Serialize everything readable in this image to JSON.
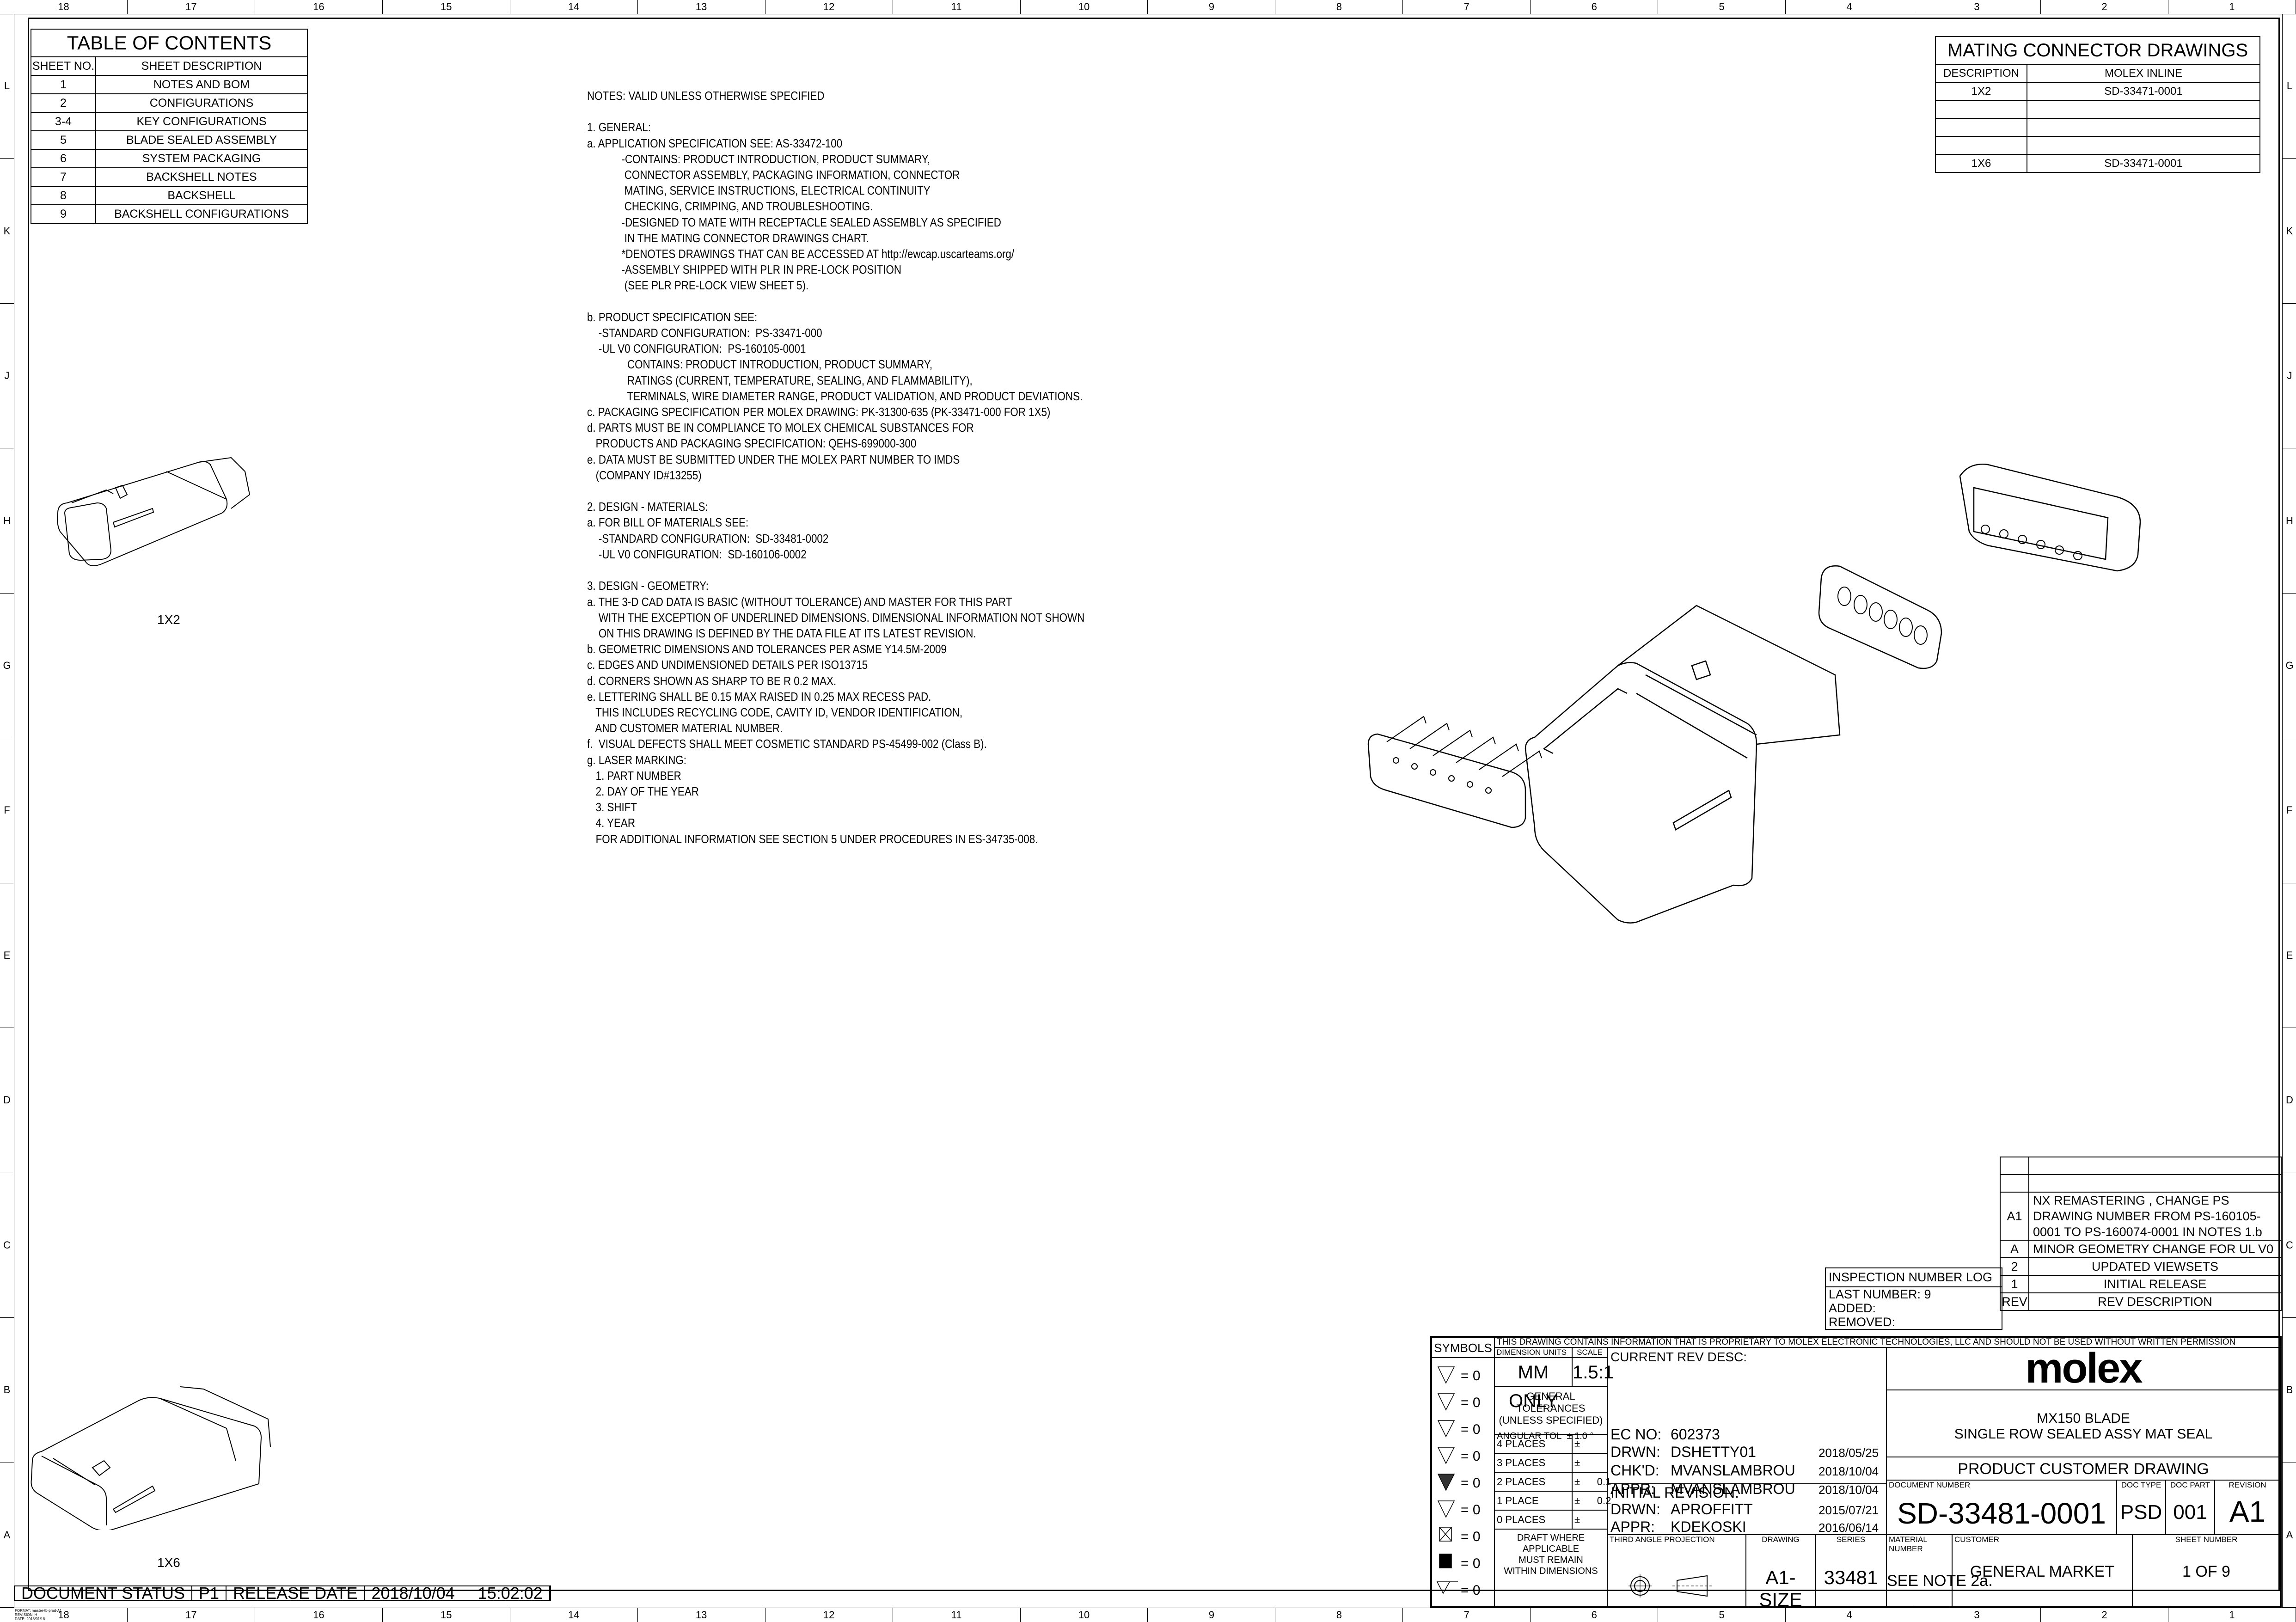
{
  "zones": {
    "columns": [
      "18",
      "17",
      "16",
      "15",
      "14",
      "13",
      "12",
      "11",
      "10",
      "9",
      "8",
      "7",
      "6",
      "5",
      "4",
      "3",
      "2",
      "1"
    ],
    "rows": [
      "L",
      "K",
      "J",
      "H",
      "G",
      "F",
      "E",
      "D",
      "C",
      "B",
      "A"
    ]
  },
  "table_of_contents": {
    "title": "TABLE OF CONTENTS",
    "headers": [
      "SHEET NO.",
      "SHEET DESCRIPTION"
    ],
    "rows": [
      {
        "sheet": "1",
        "desc": "NOTES AND BOM"
      },
      {
        "sheet": "2",
        "desc": "CONFIGURATIONS"
      },
      {
        "sheet": "3-4",
        "desc": "KEY CONFIGURATIONS"
      },
      {
        "sheet": "5",
        "desc": "BLADE SEALED ASSEMBLY"
      },
      {
        "sheet": "6",
        "desc": "SYSTEM PACKAGING"
      },
      {
        "sheet": "7",
        "desc": "BACKSHELL NOTES"
      },
      {
        "sheet": "8",
        "desc": "BACKSHELL"
      },
      {
        "sheet": "9",
        "desc": "BACKSHELL CONFIGURATIONS"
      }
    ]
  },
  "mating_connector_drawings": {
    "title": "MATING CONNECTOR DRAWINGS",
    "headers": [
      "DESCRIPTION",
      "MOLEX INLINE"
    ],
    "rows": [
      {
        "desc": "1X2",
        "inline": "SD-33471-0001"
      },
      {
        "desc": "",
        "inline": ""
      },
      {
        "desc": "",
        "inline": ""
      },
      {
        "desc": "",
        "inline": ""
      },
      {
        "desc": "1X6",
        "inline": "SD-33471-0001"
      }
    ]
  },
  "notes": {
    "text": "NOTES: VALID UNLESS OTHERWISE SPECIFIED\n\n1. GENERAL:\na. APPLICATION SPECIFICATION SEE: AS-33472-100\n            -CONTAINS: PRODUCT INTRODUCTION, PRODUCT SUMMARY,\n             CONNECTOR ASSEMBLY, PACKAGING INFORMATION, CONNECTOR\n             MATING, SERVICE INSTRUCTIONS, ELECTRICAL CONTINUITY\n             CHECKING, CRIMPING, AND TROUBLESHOOTING.\n            -DESIGNED TO MATE WITH RECEPTACLE SEALED ASSEMBLY AS SPECIFIED\n             IN THE MATING CONNECTOR DRAWINGS CHART.\n            *DENOTES DRAWINGS THAT CAN BE ACCESSED AT http://ewcap.uscarteams.org/\n            -ASSEMBLY SHIPPED WITH PLR IN PRE-LOCK POSITION\n             (SEE PLR PRE-LOCK VIEW SHEET 5).\n\nb. PRODUCT SPECIFICATION SEE:\n    -STANDARD CONFIGURATION:  PS-33471-000\n    -UL V0 CONFIGURATION:  PS-160105-0001\n              CONTAINS: PRODUCT INTRODUCTION, PRODUCT SUMMARY,\n              RATINGS (CURRENT, TEMPERATURE, SEALING, AND FLAMMABILITY),\n              TERMINALS, WIRE DIAMETER RANGE, PRODUCT VALIDATION, AND PRODUCT DEVIATIONS.\nc. PACKAGING SPECIFICATION PER MOLEX DRAWING: PK-31300-635 (PK-33471-000 FOR 1X5)\nd. PARTS MUST BE IN COMPLIANCE TO MOLEX CHEMICAL SUBSTANCES FOR\n   PRODUCTS AND PACKAGING SPECIFICATION: QEHS-699000-300\ne. DATA MUST BE SUBMITTED UNDER THE MOLEX PART NUMBER TO IMDS\n   (COMPANY ID#13255)\n\n2. DESIGN - MATERIALS:\na. FOR BILL OF MATERIALS SEE:\n    -STANDARD CONFIGURATION:  SD-33481-0002\n    -UL V0 CONFIGURATION:  SD-160106-0002\n\n3. DESIGN - GEOMETRY:\na. THE 3-D CAD DATA IS BASIC (WITHOUT TOLERANCE) AND MASTER FOR THIS PART\n    WITH THE EXCEPTION OF UNDERLINED DIMENSIONS. DIMENSIONAL INFORMATION NOT SHOWN\n    ON THIS DRAWING IS DEFINED BY THE DATA FILE AT ITS LATEST REVISION.\nb. GEOMETRIC DIMENSIONS AND TOLERANCES PER ASME Y14.5M-2009\nc. EDGES AND UNDIMENSIONED DETAILS PER ISO13715\nd. CORNERS SHOWN AS SHARP TO BE R 0.2 MAX.\ne. LETTERING SHALL BE 0.15 MAX RAISED IN 0.25 MAX RECESS PAD.\n   THIS INCLUDES RECYCLING CODE, CAVITY ID, VENDOR IDENTIFICATION,\n   AND CUSTOMER MATERIAL NUMBER.\nf.  VISUAL DEFECTS SHALL MEET COSMETIC STANDARD PS-45499-002 (Class B).\ng. LASER MARKING:\n   1. PART NUMBER\n   2. DAY OF THE YEAR\n   3. SHIFT\n   4. YEAR\n   FOR ADDITIONAL INFORMATION SEE SECTION 5 UNDER PROCEDURES IN ES-34735-008."
  },
  "views": {
    "view_1x2_label": "1X2",
    "view_1x6_label": "1X6"
  },
  "revision_table": {
    "rows": [
      {
        "rev": "",
        "desc": ""
      },
      {
        "rev": "",
        "desc": ""
      },
      {
        "rev": "A1",
        "desc": "NX REMASTERING , CHANGE PS DRAWING NUMBER FROM PS-160105-0001 TO PS-160074-0001 IN NOTES 1.b"
      },
      {
        "rev": "A",
        "desc": "MINOR GEOMETRY CHANGE FOR UL V0"
      },
      {
        "rev": "2",
        "desc": "UPDATED VIEWSETS"
      },
      {
        "rev": "1",
        "desc": "INITIAL RELEASE"
      }
    ],
    "header": {
      "rev": "REV",
      "desc": "REV DESCRIPTION"
    }
  },
  "inspection_log": {
    "title": "INSPECTION NUMBER LOG",
    "last_number": "LAST NUMBER: 9",
    "added": "ADDED:",
    "removed": "REMOVED:"
  },
  "title_block": {
    "proprietary": "THIS DRAWING CONTAINS INFORMATION THAT IS PROPRIETARY TO MOLEX ELECTRONIC TECHNOLOGIES, LLC AND SHOULD NOT BE USED WITHOUT WRITTEN PERMISSION",
    "symbols_label": "SYMBOLS",
    "symbols": [
      {
        "icon": "fa-triangle",
        "value": "= 0"
      },
      {
        "icon": "fc-triangle",
        "value": "= 0"
      },
      {
        "icon": "fp-triangle",
        "value": "= 0"
      },
      {
        "icon": "s-triangle",
        "value": "= 0"
      },
      {
        "icon": "filled-triangle",
        "value": "= 0"
      },
      {
        "icon": "c-triangle",
        "value": "= 0"
      },
      {
        "icon": "x-box",
        "value": "= 0"
      },
      {
        "icon": "filled-box",
        "value": "= 0"
      },
      {
        "icon": "c-triangle-line",
        "value": "= 0"
      }
    ],
    "dimension_units_label": "DIMENSION UNITS",
    "dimension_units": "MM ONLY",
    "scale_label": "SCALE",
    "scale": "1.5:1",
    "general_tolerances": "GENERAL TOLERANCES",
    "unless_specified": "(UNLESS SPECIFIED)",
    "angular_tol_label": "ANGULAR TOL",
    "angular_tol": "±    1.0 °",
    "tolerances": [
      {
        "label": "4 PLACES",
        "value": "±"
      },
      {
        "label": "3 PLACES",
        "value": "±"
      },
      {
        "label": "2 PLACES",
        "value": "±      0.1"
      },
      {
        "label": "1 PLACE",
        "value": "±      0.2"
      },
      {
        "label": "0 PLACES",
        "value": "±"
      }
    ],
    "draft_note": [
      "DRAFT WHERE APPLICABLE",
      "MUST REMAIN",
      "WITHIN DIMENSIONS"
    ],
    "current_rev_desc": "CURRENT REV DESC:",
    "ec_no_label": "EC NO:",
    "ec_no": "602373",
    "drwn_label": "DRWN:",
    "drwn": "DSHETTY01",
    "drwn_date": "2018/05/25",
    "chkd_label": "CHK'D:",
    "chkd": "MVANSLAMBROU",
    "chkd_date": "2018/10/04",
    "appr_label": "APPR:",
    "appr": "MVANSLAMBROU",
    "appr_date": "2018/10/04",
    "initial_revision": "INITIAL REVISION:",
    "init_drwn": "APROFFITT",
    "init_drwn_date": "2015/07/21",
    "init_appr": "KDEKOSKI",
    "init_appr_date": "2016/06/14",
    "projection_label": "THIRD ANGLE PROJECTION",
    "drawing_label": "DRAWING",
    "drawing_size": "A1-SIZE",
    "series_label": "SERIES",
    "series": "33481",
    "brand": "molex",
    "product_line1": "MX150 BLADE",
    "product_line2": "SINGLE ROW SEALED ASSY MAT SEAL",
    "drawing_type": "PRODUCT CUSTOMER DRAWING",
    "doc_number_label": "DOCUMENT NUMBER",
    "doc_number": "SD-33481-0001",
    "doc_type_label": "DOC TYPE",
    "doc_type": "PSD",
    "doc_part_label": "DOC PART",
    "doc_part": "001",
    "revision_label": "REVISION",
    "revision": "A1",
    "material_number_label": "MATERIAL NUMBER",
    "material_number": "SEE NOTE 2a.",
    "customer_label": "CUSTOMER",
    "customer": "GENERAL MARKET",
    "sheet_number_label": "SHEET NUMBER",
    "sheet_number": "1 OF 9"
  },
  "document_status": {
    "label": "DOCUMENT STATUS",
    "value": "P1",
    "release_label": "RELEASE DATE",
    "release_date": "2018/10/04",
    "release_time": "15:02:02"
  },
  "format_info": [
    "FORMAT: master-tb-prod-A1",
    "REVISION: H",
    "DATE: 2018/01/18"
  ]
}
